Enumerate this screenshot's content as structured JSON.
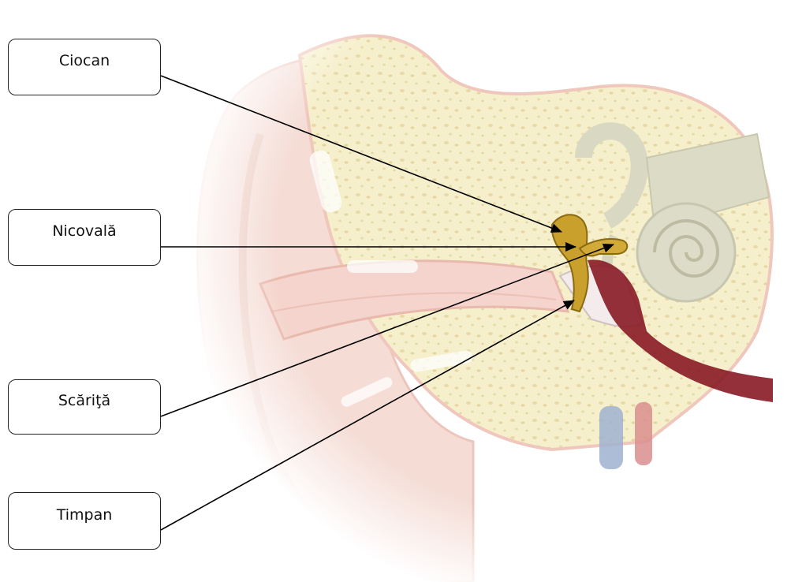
{
  "diagram": {
    "labels": [
      {
        "id": "ciocan",
        "text": "Ciocan"
      },
      {
        "id": "nicovala",
        "text": "Nicovală"
      },
      {
        "id": "scarita",
        "text": "Scăriţă"
      },
      {
        "id": "timpan",
        "text": "Timpan"
      }
    ],
    "colors": {
      "skin": "#f3d9d0",
      "bone": "#f5efc8",
      "ossicles": "#c9a12e",
      "eardrum_tissue": "#8a1e28",
      "inner_ear": "#d8d8c0",
      "leader_line": "#000000"
    }
  }
}
